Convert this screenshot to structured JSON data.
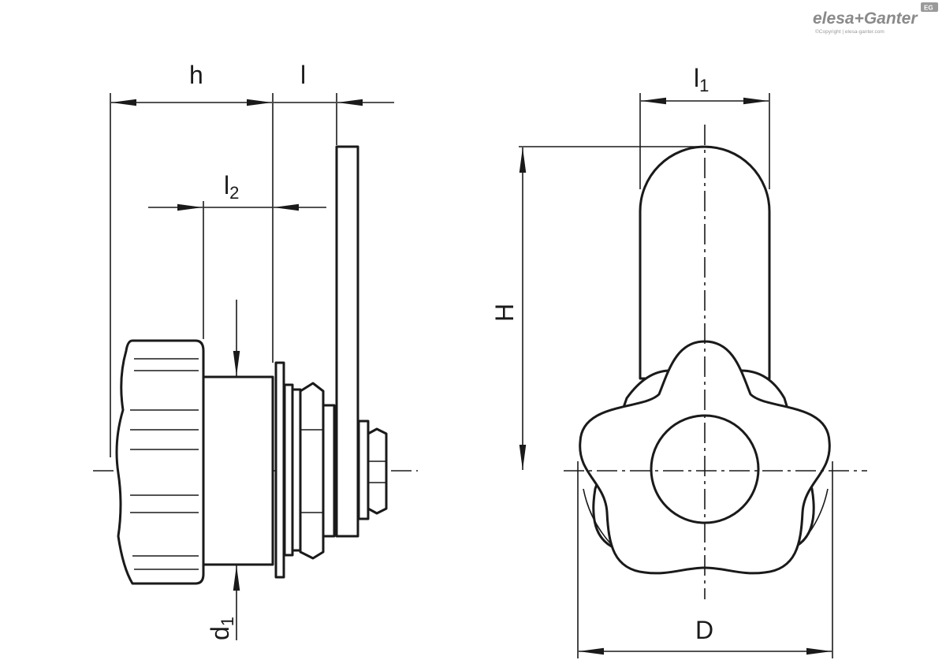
{
  "logo": {
    "brand": "elesa+Ganter",
    "badge": "EG",
    "copyright": "©Copyright | elesa-ganter.com"
  },
  "dimensions": {
    "h": "h",
    "l": "l",
    "l1_base": "l",
    "l1_sub": "1",
    "l2_base": "l",
    "l2_sub": "2",
    "H": "H",
    "D": "D",
    "d1_base": "d",
    "d1_sub": "1"
  }
}
